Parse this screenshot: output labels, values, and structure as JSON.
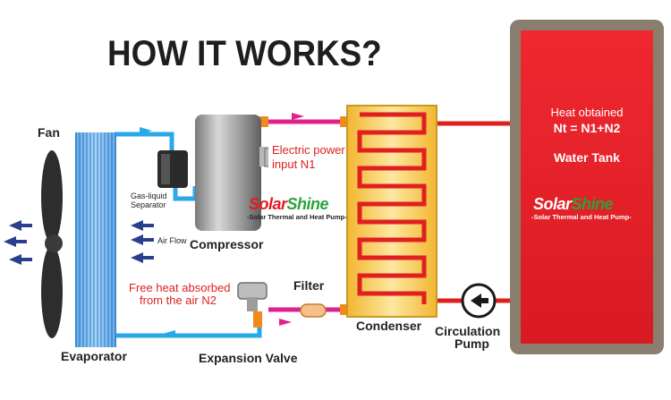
{
  "title": "HOW IT WORKS?",
  "labels": {
    "fan": "Fan",
    "evaporator": "Evaporator",
    "gas_liquid_separator": "Gas-liquid\nSeparator",
    "air_flow": "Air Flow",
    "compressor": "Compressor",
    "electric_power": "Electric power",
    "input_n1": "input N1",
    "free_heat": "Free heat absorbed",
    "from_air": "from the air N2",
    "filter": "Filter",
    "expansion_valve": "Expansion Valve",
    "condenser": "Condenser",
    "circulation": "Circulation",
    "pump": "Pump",
    "heat_obtained": "Heat obtained",
    "nt_formula": "Nt = N1+N2",
    "water_tank": "Water Tank"
  },
  "brand": {
    "part1": "Solar",
    "part2": "Shine",
    "tagline": "-Solar Thermal and Heat Pump-"
  },
  "colors": {
    "pipe_blue": "#2aa8e8",
    "pipe_red": "#e0201f",
    "pipe_magenta": "#e0208c",
    "pipe_orange": "#f08a1c",
    "tank_red": "#e8232a",
    "tank_frame": "#8a7e6e",
    "arrow_navy": "#2b3f8f",
    "condenser_gold": "#f5c842"
  }
}
